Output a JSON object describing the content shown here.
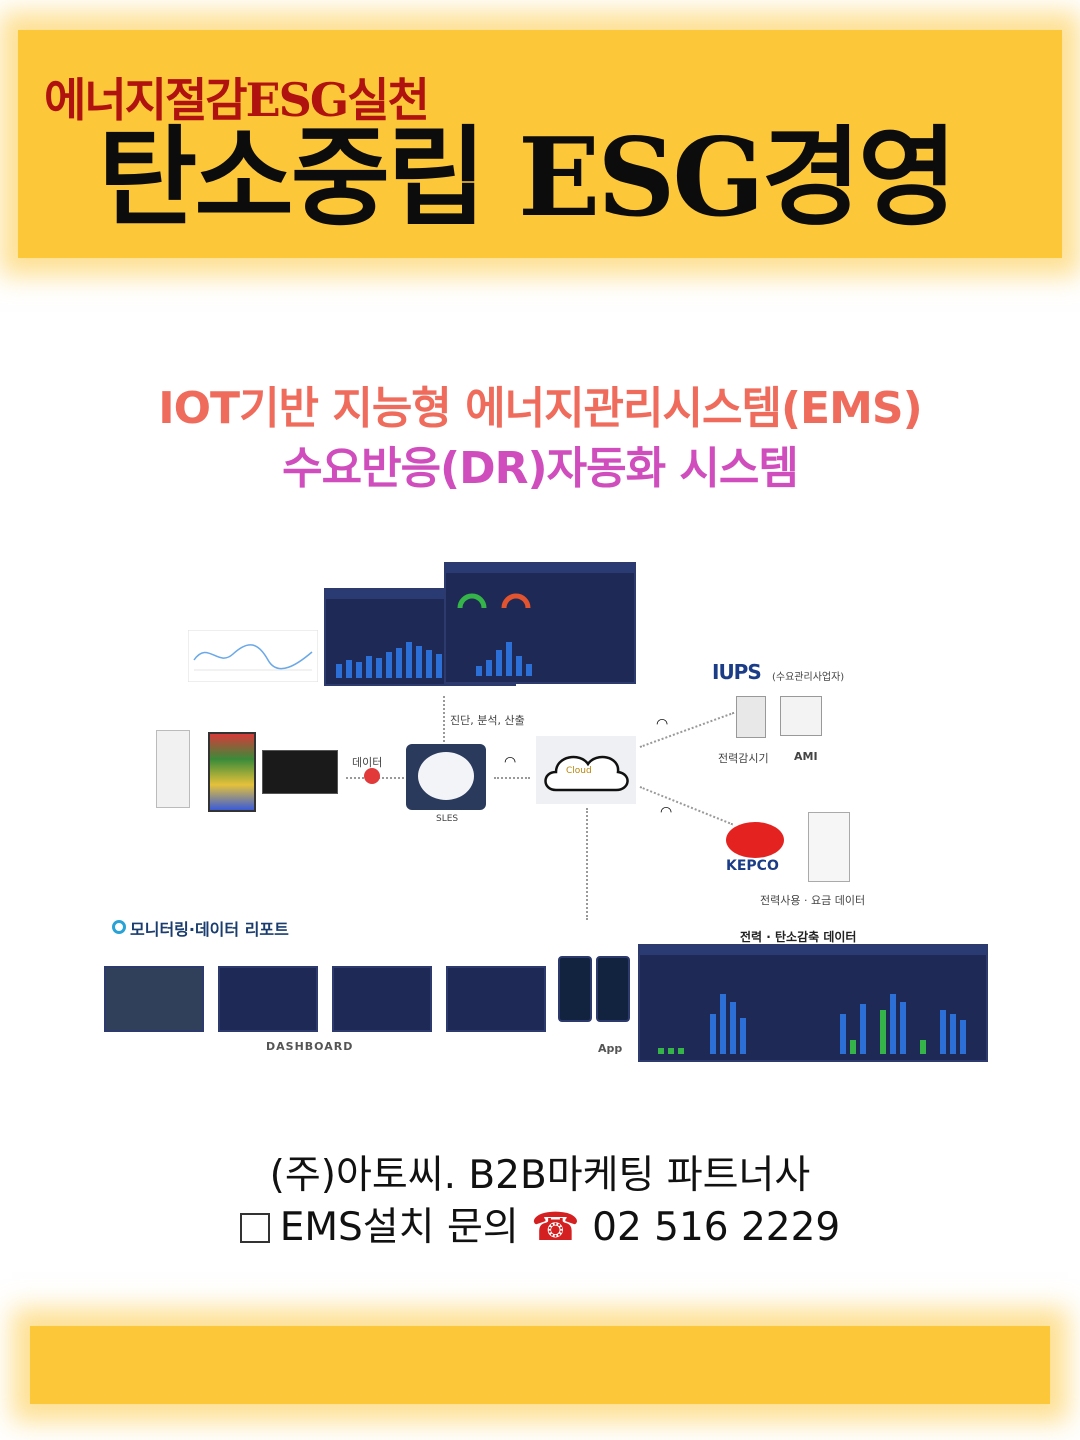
{
  "banner": {
    "subtitle": "에너지절감ESG실천",
    "title": "탄소중립 ESG경영"
  },
  "headline": {
    "line1": "IOT기반 지능형 에너지관리시스템(EMS)",
    "line2": "수요반응(DR)자동화 시스템"
  },
  "diagram": {
    "label_diagnosis": "진단, 분석, 산출",
    "label_data": "데이터",
    "label_sles": "SLES",
    "label_cloud": "Cloud",
    "iups_logo": "IUPS",
    "iups_sub": "(수요관리사업자)",
    "label_meter": "전력감시기",
    "label_ami": "AMI",
    "kepco_logo": "KEPCO",
    "label_kepco_data": "전력사용 · 요금 데이터",
    "monitor_title": "모니터링·데이터 리포트",
    "label_dashboard": "DASHBOARD",
    "label_app": "App",
    "label_carbon": "전력 · 탄소감축 데이터"
  },
  "contact": {
    "line1": "(주)아토씨.  B2B마케팅 파트너사",
    "inquiry": "EMS설치 문의",
    "phone": "02 516 2229"
  },
  "colors": {
    "banner": "#fdc73a",
    "subtitle": "#b0120f",
    "headline1": "#ef6b5c",
    "headline2": "#cf4dbd"
  }
}
